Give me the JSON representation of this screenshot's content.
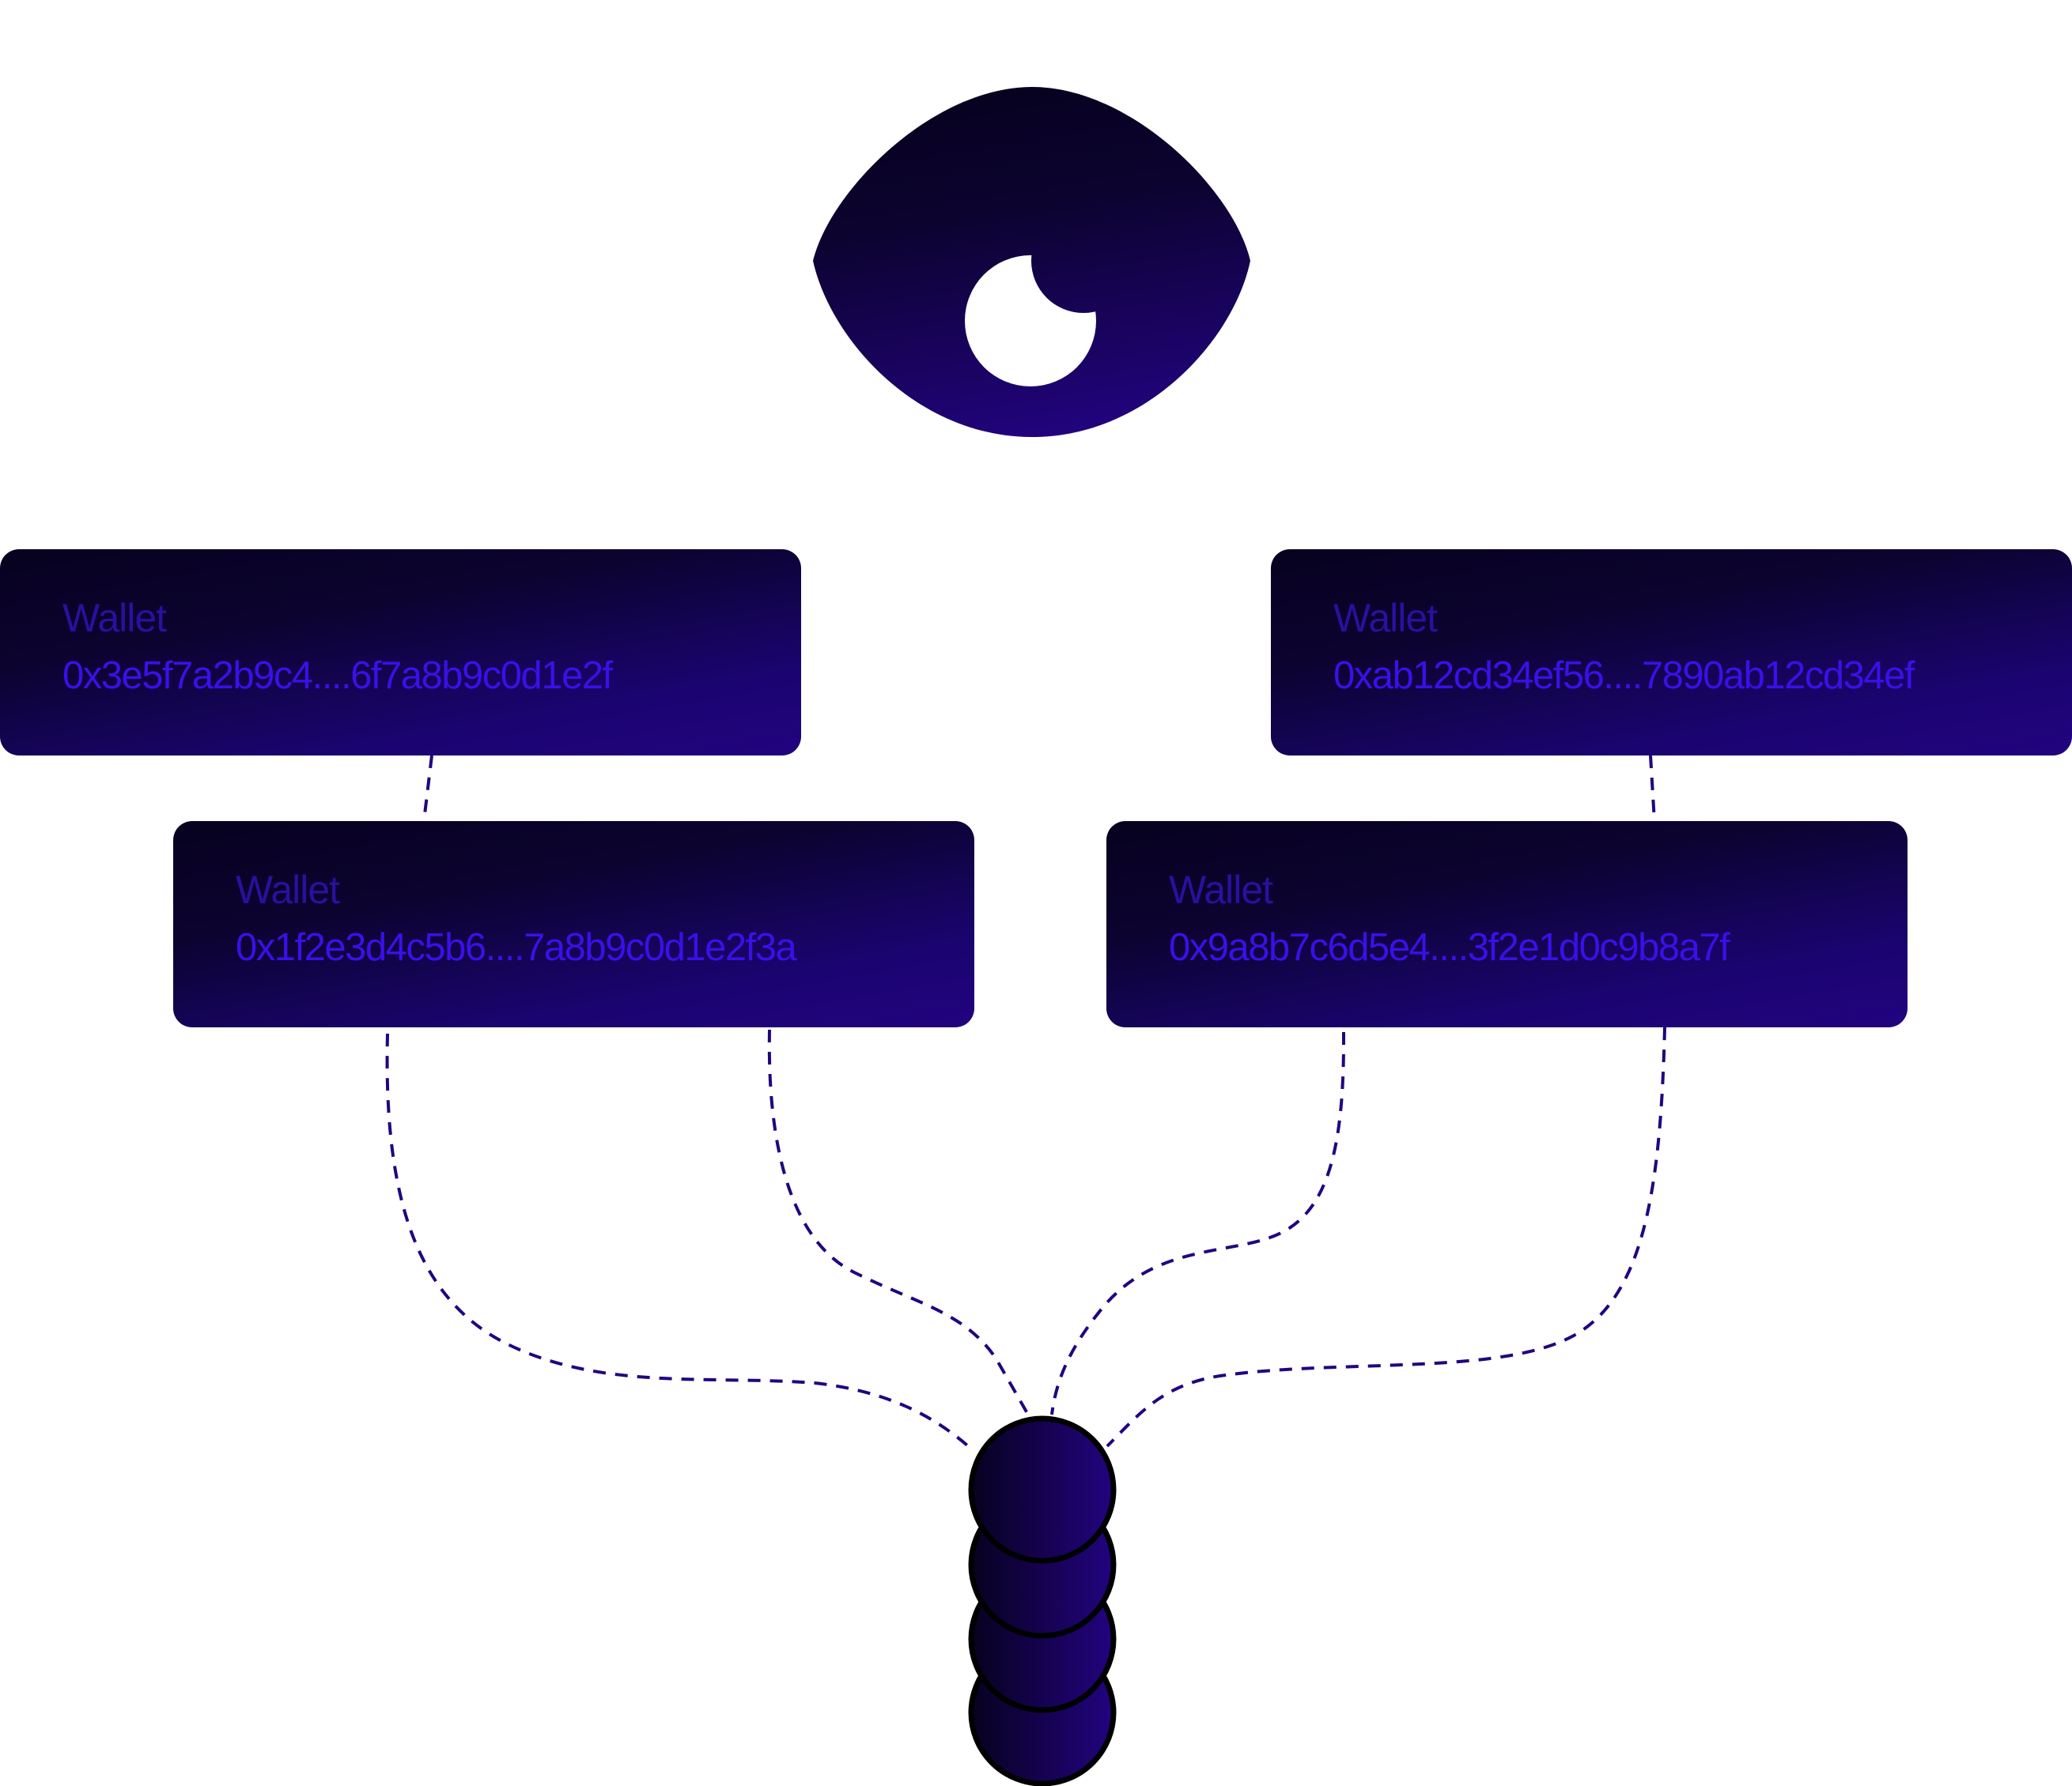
{
  "colors": {
    "dark": "#07021f",
    "accent": "#22037f",
    "text_label": "#2a10a0",
    "text_address": "#3a10e8",
    "line": "#22037f"
  },
  "logo": {
    "icon": "eye-icon"
  },
  "wallets": [
    {
      "label": "Wallet",
      "address": "0x3e5f7a2b9c4....6f7a8b9c0d1e2f"
    },
    {
      "label": "Wallet",
      "address": "0x1f2e3d4c5b6....7a8b9c0d1e2f3a"
    },
    {
      "label": "Wallet",
      "address": "0xab12cd34ef56....7890ab12cd34ef"
    },
    {
      "label": "Wallet",
      "address": "0x9a8b7c6d5e4....3f2e1d0c9b8a7f"
    }
  ],
  "coin_stack": {
    "icon": "coin-stack-icon",
    "count": 4
  }
}
